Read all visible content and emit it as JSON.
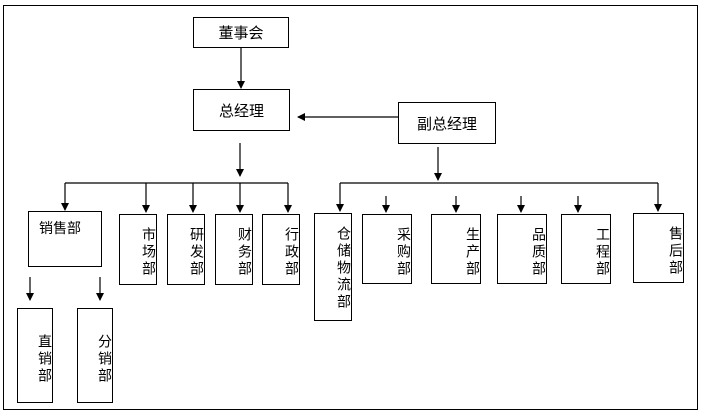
{
  "org_chart": {
    "board": "董事会",
    "gm": "总经理",
    "deputy_gm": "副总经理",
    "gm_departments": [
      "销售部",
      "市场部",
      "研发部",
      "财务部",
      "行政部"
    ],
    "deputy_departments": [
      "仓储物流部",
      "采购部",
      "生产部",
      "品质部",
      "工程部",
      "售后部"
    ],
    "sales_sub": [
      "直销部",
      "分销部"
    ]
  }
}
